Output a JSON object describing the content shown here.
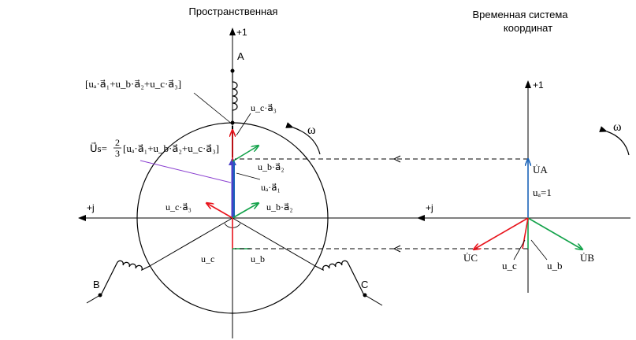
{
  "colors": {
    "red": "#e8141c",
    "green": "#13a24a",
    "blue": "#1a63b8",
    "purple": "#8a3fd0",
    "black": "#000000"
  },
  "titles": {
    "left": "Пространственная",
    "right_line1": "Временная система",
    "right_line2": "координат"
  },
  "left": {
    "axis_plus1": "+1",
    "axis_plusj": "+j",
    "phase_a": "A",
    "phase_b": "B",
    "phase_c": "C",
    "omega": "ω",
    "sum_bracket": "[uₐ·a⃗₁+u_b·a⃗₂+u_c·a⃗₃]",
    "us_prefix": "U⃗s=",
    "us_fraction_num": "2",
    "us_fraction_den": "3",
    "us_bracket": "[uₐ·a⃗₁+u_b·a⃗₂+u_c·a⃗₃]",
    "uc_a3_top": "u_c·a⃗₃",
    "ub_a2_top": "u_b·a⃗₂",
    "ua_a1": "uₐ·a⃗₁",
    "uc_a3_mid": "u_c·a⃗₃",
    "ub_a2_mid": "u_b·a⃗₂",
    "uc": "u_c",
    "ub": "u_b"
  },
  "right": {
    "axis_plus1": "+1",
    "axis_plusj": "+j",
    "omega": "ω",
    "UA": "U̇A",
    "ua_eq": "uₐ=1",
    "UC": "U̇C",
    "UB": "U̇B",
    "uc": "u_c",
    "ub": "u_b"
  }
}
